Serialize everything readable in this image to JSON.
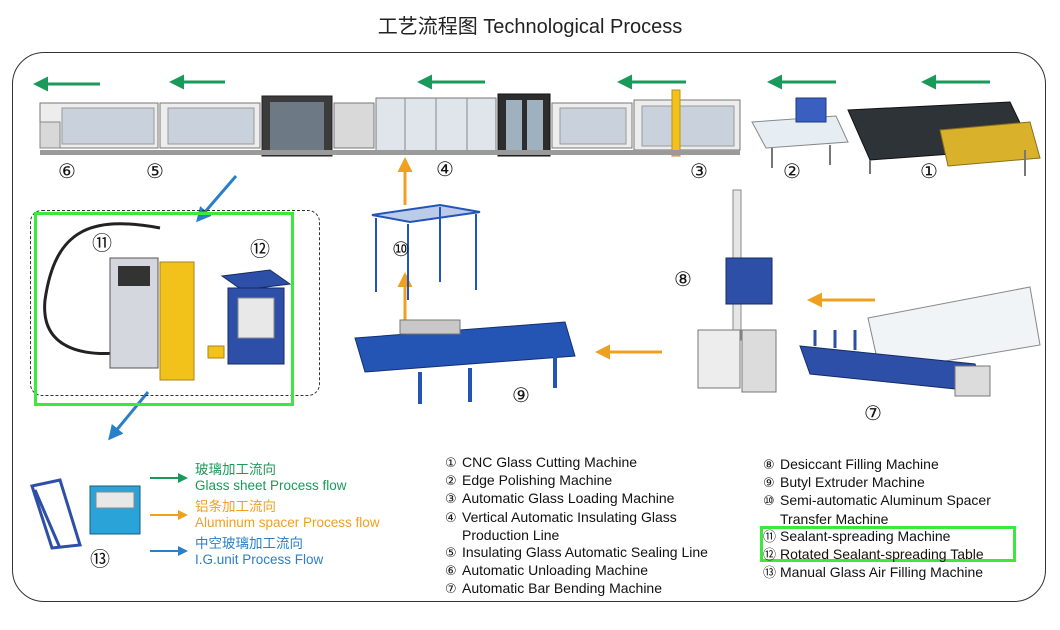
{
  "title": "工艺流程图 Technological Process",
  "colors": {
    "glass_flow": "#1a9a5a",
    "spacer_flow": "#f0a020",
    "ig_flow": "#2a7fc9",
    "highlight": "#3ce83c",
    "machine_blue": "#2255b8",
    "machine_yellow": "#f2c21a"
  },
  "station_numbers": {
    "n1": "①",
    "n2": "②",
    "n3": "③",
    "n4": "④",
    "n5": "⑤",
    "n6": "⑥",
    "n7": "⑦",
    "n8": "⑧",
    "n9": "⑨",
    "n10": "⑩",
    "n11": "⑪",
    "n12": "⑫",
    "n13": "⑬"
  },
  "legend": {
    "glass": {
      "zh": "玻璃加工流向",
      "en": "Glass sheet Process flow"
    },
    "spacer": {
      "zh": "铝条加工流向",
      "en": "Aluminum spacer Process flow"
    },
    "ig": {
      "zh": "中空玻璃加工流向",
      "en": "I.G.unit  Process Flow"
    }
  },
  "list_left": [
    {
      "mark": "①",
      "text": "CNC Glass Cutting Machine"
    },
    {
      "mark": "②",
      "text": "Edge Polishing Machine"
    },
    {
      "mark": "③",
      "text": "Automatic Glass Loading Machine"
    },
    {
      "mark": "④",
      "text": "Vertical Automatic Insulating Glass"
    },
    {
      "mark": "",
      "text": "Production Line"
    },
    {
      "mark": "⑤",
      "text": "Insulating Glass Automatic Sealing Line"
    },
    {
      "mark": "⑥",
      "text": "Automatic Unloading Machine"
    },
    {
      "mark": "⑦",
      "text": "Automatic Bar Bending Machine"
    }
  ],
  "list_right": [
    {
      "mark": "⑧",
      "text": "Desiccant Filling Machine"
    },
    {
      "mark": "⑨",
      "text": "Butyl Extruder Machine"
    },
    {
      "mark": "⑩",
      "text": "Semi-automatic Aluminum Spacer"
    },
    {
      "mark": "",
      "text": "Transfer Machine"
    },
    {
      "mark": "⑪",
      "text": "Sealant-spreading Machine"
    },
    {
      "mark": "⑫",
      "text": "Rotated Sealant-spreading Table"
    },
    {
      "mark": "⑬",
      "text": "Manual Glass Air Filling Machine"
    }
  ],
  "icons": [
    "green-arrow-left",
    "orange-arrow-up",
    "orange-arrow-left",
    "blue-arrow-diagonal"
  ]
}
